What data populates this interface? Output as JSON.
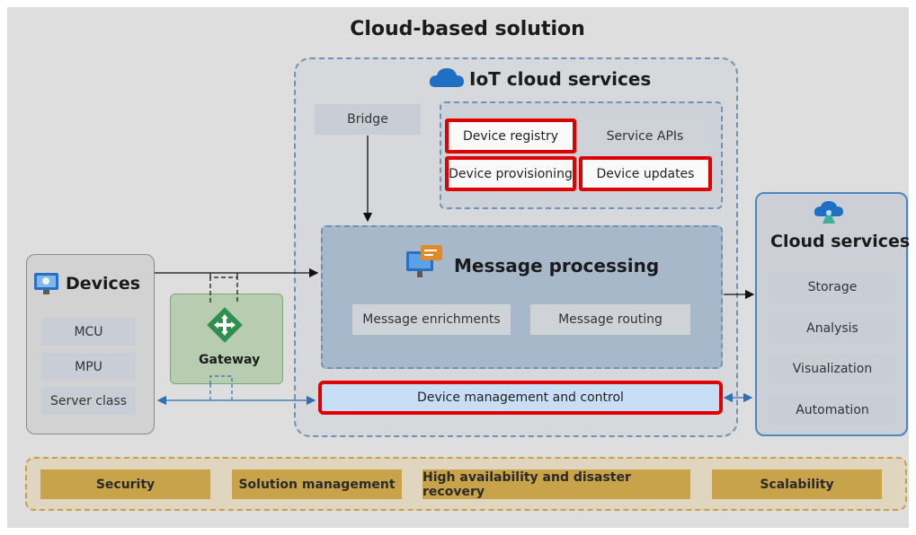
{
  "title": "Cloud-based solution",
  "iot": {
    "title": "IoT cloud services",
    "bridge": "Bridge",
    "device_registry": "Device registry",
    "service_apis": "Service APIs",
    "device_provisioning": "Device provisioning",
    "device_updates": "Device updates",
    "message_processing": "Message processing",
    "message_enrichments": "Message enrichments",
    "message_routing": "Message routing",
    "device_management": "Device management and control"
  },
  "devices": {
    "title": "Devices",
    "items": [
      "MCU",
      "MPU",
      "Server class"
    ]
  },
  "gateway": {
    "label": "Gateway"
  },
  "cloud_services": {
    "title": "Cloud services",
    "items": [
      "Storage",
      "Analysis",
      "Visualization",
      "Automation"
    ]
  },
  "cross_cutting": [
    "Security",
    "Solution management",
    "High availability and disaster recovery",
    "Scalability"
  ],
  "highlight_color": "#e00000",
  "icons": [
    "cloud-icon",
    "devices-icon",
    "gateway-icon",
    "message-icon",
    "cloud-services-icon"
  ]
}
